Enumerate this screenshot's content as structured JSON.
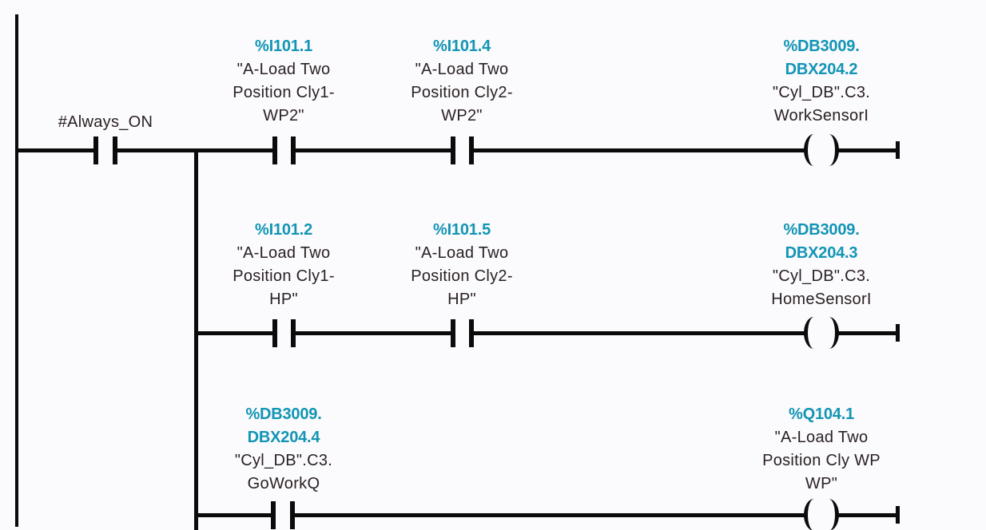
{
  "colors": {
    "background": "#fbfafc",
    "line": "#0b0b0b",
    "address": "#1295b5",
    "operand_name": "#2a2124"
  },
  "power_contact": {
    "label": "#Always_ON",
    "symbol": "normally-open-contact"
  },
  "rungs": [
    {
      "contacts": [
        {
          "symbol": "normally-open-contact",
          "addr_lines": [
            "%I101.1"
          ],
          "name_lines": [
            "\"A-Load Two",
            "Position Cly1-",
            "WP2\""
          ]
        },
        {
          "symbol": "normally-open-contact",
          "addr_lines": [
            "%I101.4"
          ],
          "name_lines": [
            "\"A-Load Two",
            "Position Cly2-",
            "WP2\""
          ]
        }
      ],
      "coil": {
        "symbol": "output-coil",
        "addr_lines": [
          "%DB3009.",
          "DBX204.2"
        ],
        "name_lines": [
          "\"Cyl_DB\".C3.",
          "WorkSensorI"
        ]
      }
    },
    {
      "contacts": [
        {
          "symbol": "normally-open-contact",
          "addr_lines": [
            "%I101.2"
          ],
          "name_lines": [
            "\"A-Load Two",
            "Position Cly1-",
            "HP\""
          ]
        },
        {
          "symbol": "normally-open-contact",
          "addr_lines": [
            "%I101.5"
          ],
          "name_lines": [
            "\"A-Load Two",
            "Position Cly2-",
            "HP\""
          ]
        }
      ],
      "coil": {
        "symbol": "output-coil",
        "addr_lines": [
          "%DB3009.",
          "DBX204.3"
        ],
        "name_lines": [
          "\"Cyl_DB\".C3.",
          "HomeSensorI"
        ]
      }
    },
    {
      "contacts": [
        {
          "symbol": "normally-open-contact",
          "addr_lines": [
            "%DB3009.",
            "DBX204.4"
          ],
          "name_lines": [
            "\"Cyl_DB\".C3.",
            "GoWorkQ"
          ]
        }
      ],
      "coil": {
        "symbol": "output-coil",
        "addr_lines": [
          "%Q104.1"
        ],
        "name_lines": [
          "\"A-Load Two",
          "Position Cly WP",
          "WP\""
        ]
      }
    }
  ]
}
